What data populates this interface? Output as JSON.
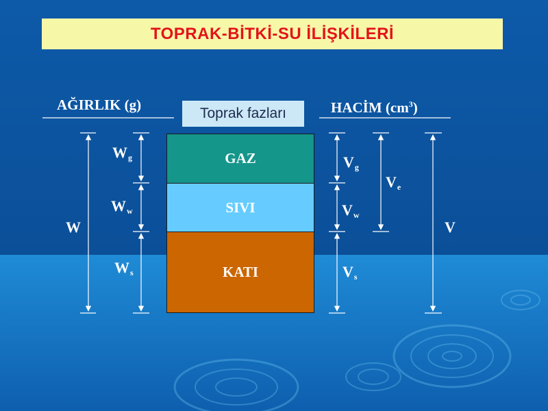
{
  "title": "TOPRAK-BİTKİ-SU İLİŞKİLERİ",
  "headers": {
    "weight": "AĞIRLIK (g)",
    "volume_main": "HACİM (cm",
    "volume_exp": "3",
    "volume_close": ")"
  },
  "center_label": "Toprak fazları",
  "phases": {
    "gas": "GAZ",
    "liquid": "SIVI",
    "solid": "KATI"
  },
  "weight_labels": {
    "total": "W",
    "gas": "W",
    "gas_sub": "g",
    "water": "W",
    "water_sub": "w",
    "solid": "W",
    "solid_sub": "s"
  },
  "volume_labels": {
    "total": "V",
    "gas": "V",
    "gas_sub": "g",
    "water": "V",
    "water_sub": "w",
    "solid": "V",
    "solid_sub": "s",
    "void": "V",
    "void_sub": "e"
  },
  "colors": {
    "background_dark": "#0c55a6",
    "background_light": "#1f8bd4",
    "title_bg": "#f7f7a8",
    "title_text": "#e3141a",
    "gas": "#15968a",
    "liquid": "#66ccff",
    "solid": "#cc6600"
  }
}
